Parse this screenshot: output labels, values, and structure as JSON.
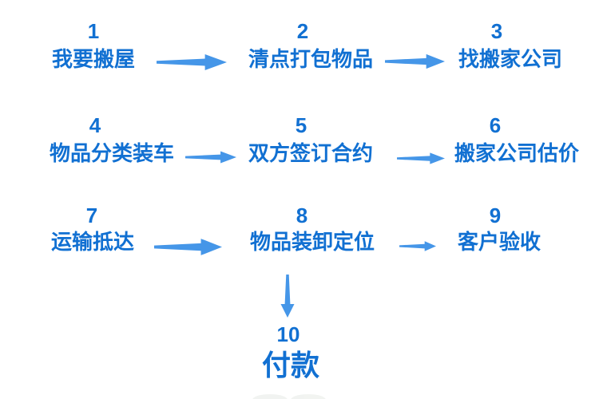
{
  "colors": {
    "background": "#ffffff",
    "step_text": "#1170d2",
    "arrow": "#4596e8"
  },
  "flowchart": {
    "description": "Moving-house process flowchart, 10 numbered steps",
    "steps": [
      {
        "number": "1",
        "label": "我要搬屋"
      },
      {
        "number": "2",
        "label": "清点打包物品"
      },
      {
        "number": "3",
        "label": "找搬家公司"
      },
      {
        "number": "4",
        "label": "物品分类装车"
      },
      {
        "number": "5",
        "label": "双方签订合约"
      },
      {
        "number": "6",
        "label": "搬家公司估价"
      },
      {
        "number": "7",
        "label": "运输抵达"
      },
      {
        "number": "8",
        "label": "物品装卸定位"
      },
      {
        "number": "9",
        "label": "客户验收"
      },
      {
        "number": "10",
        "label": "付款"
      }
    ],
    "connections": [
      {
        "from": "1",
        "to": "2",
        "direction": "right"
      },
      {
        "from": "2",
        "to": "3",
        "direction": "right"
      },
      {
        "from": "4",
        "to": "5",
        "direction": "right"
      },
      {
        "from": "5",
        "to": "6",
        "direction": "right"
      },
      {
        "from": "7",
        "to": "8",
        "direction": "right"
      },
      {
        "from": "8",
        "to": "9",
        "direction": "right"
      },
      {
        "from": "8",
        "to": "10",
        "direction": "down"
      }
    ]
  }
}
